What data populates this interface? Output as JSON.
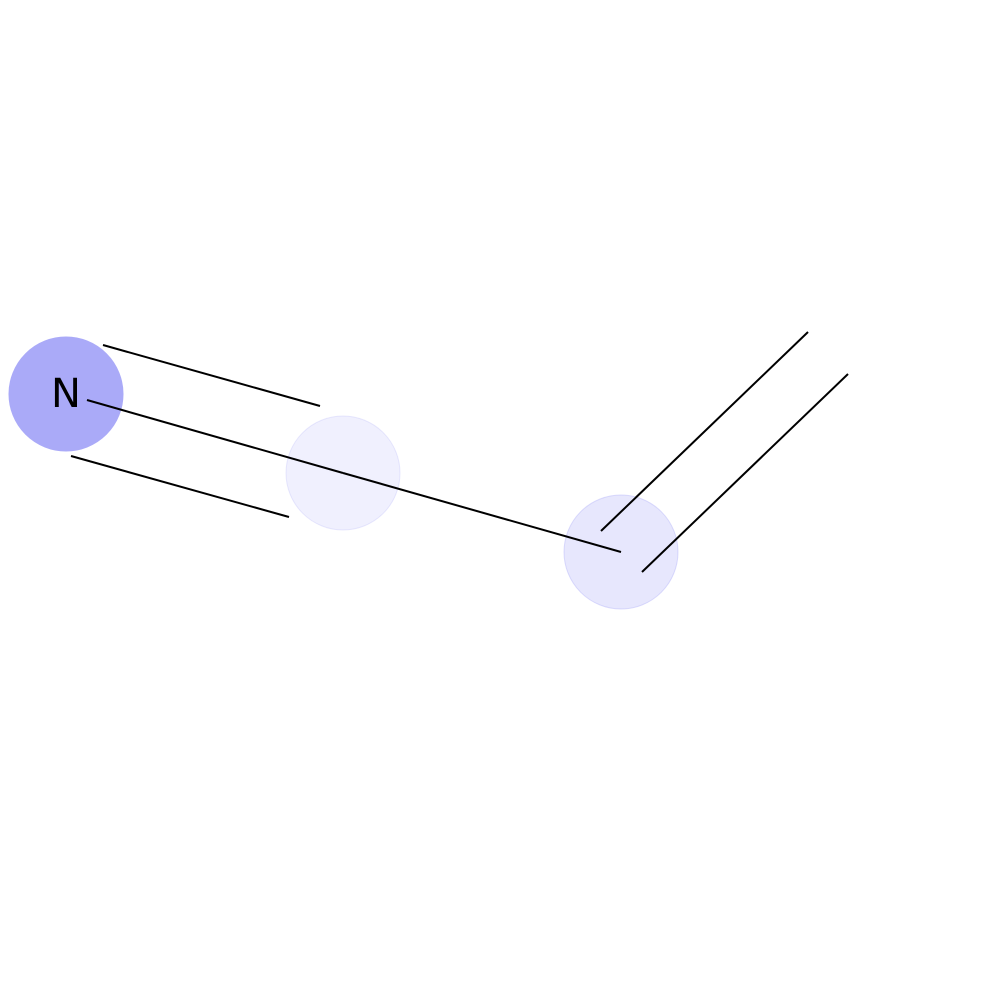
{
  "molecule": {
    "atoms": [
      {
        "id": "a1",
        "element": "N",
        "label": "N",
        "highlight_color": "#aaaaf8",
        "highlight_opacity": 1.0,
        "label_color": "#000000"
      },
      {
        "id": "a2",
        "element": "C",
        "label": "",
        "highlight_color": "#aaaaf8",
        "highlight_opacity": 0.18
      },
      {
        "id": "a3",
        "element": "C",
        "label": "",
        "highlight_color": "#aaaaf8",
        "highlight_opacity": 0.28
      },
      {
        "id": "a4",
        "element": "C",
        "label": ""
      }
    ],
    "bonds": [
      {
        "id": "b1",
        "from": "a1",
        "to": "a2",
        "order": 3
      },
      {
        "id": "b2",
        "from": "a2",
        "to": "a3",
        "order": 1
      },
      {
        "id": "b3",
        "from": "a3",
        "to": "a4",
        "order": 2
      }
    ],
    "colors": {
      "bond": "#000000",
      "background": "#ffffff"
    }
  }
}
